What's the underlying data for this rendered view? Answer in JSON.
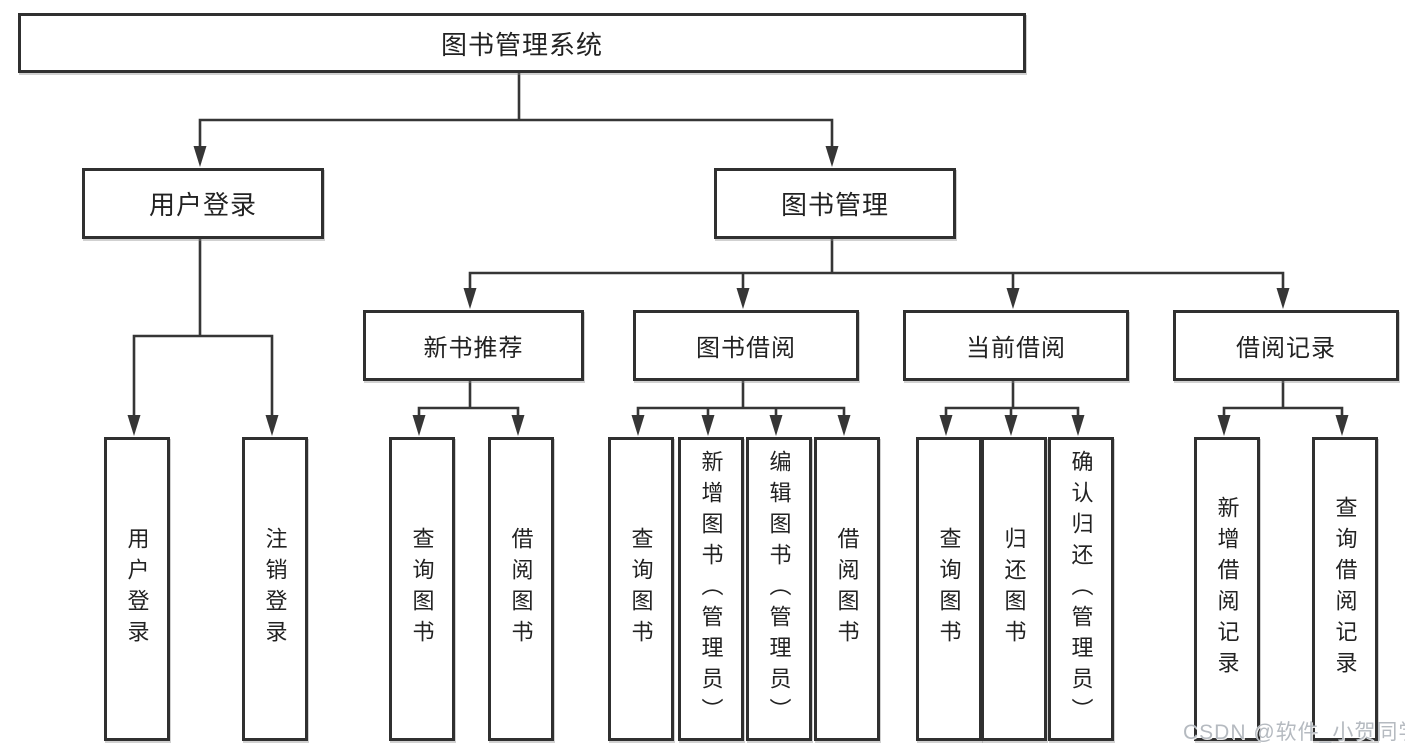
{
  "diagram": {
    "root": {
      "label": "图书管理系统"
    },
    "branches": [
      {
        "label": "用户登录",
        "children": [
          {
            "label": "用户登录"
          },
          {
            "label": "注销登录"
          }
        ]
      },
      {
        "label": "图书管理",
        "children": [
          {
            "label": "新书推荐",
            "children": [
              {
                "label": "查询图书"
              },
              {
                "label": "借阅图书"
              }
            ]
          },
          {
            "label": "图书借阅",
            "children": [
              {
                "label": "查询图书"
              },
              {
                "label": "新增图书（管理员）"
              },
              {
                "label": "编辑图书（管理员）"
              },
              {
                "label": "借阅图书"
              }
            ]
          },
          {
            "label": "当前借阅",
            "children": [
              {
                "label": "查询图书"
              },
              {
                "label": "归还图书"
              },
              {
                "label": "确认归还（管理员）"
              }
            ]
          },
          {
            "label": "借阅记录",
            "children": [
              {
                "label": "新增借阅记录"
              },
              {
                "label": "查询借阅记录"
              }
            ]
          }
        ]
      }
    ]
  },
  "watermark": {
    "text": "CSDN @软件_小贺同学"
  },
  "colors": {
    "line": "#363636",
    "border": "#303030",
    "text": "#222222",
    "watermark": "#b5bac0",
    "background": "#ffffff"
  }
}
